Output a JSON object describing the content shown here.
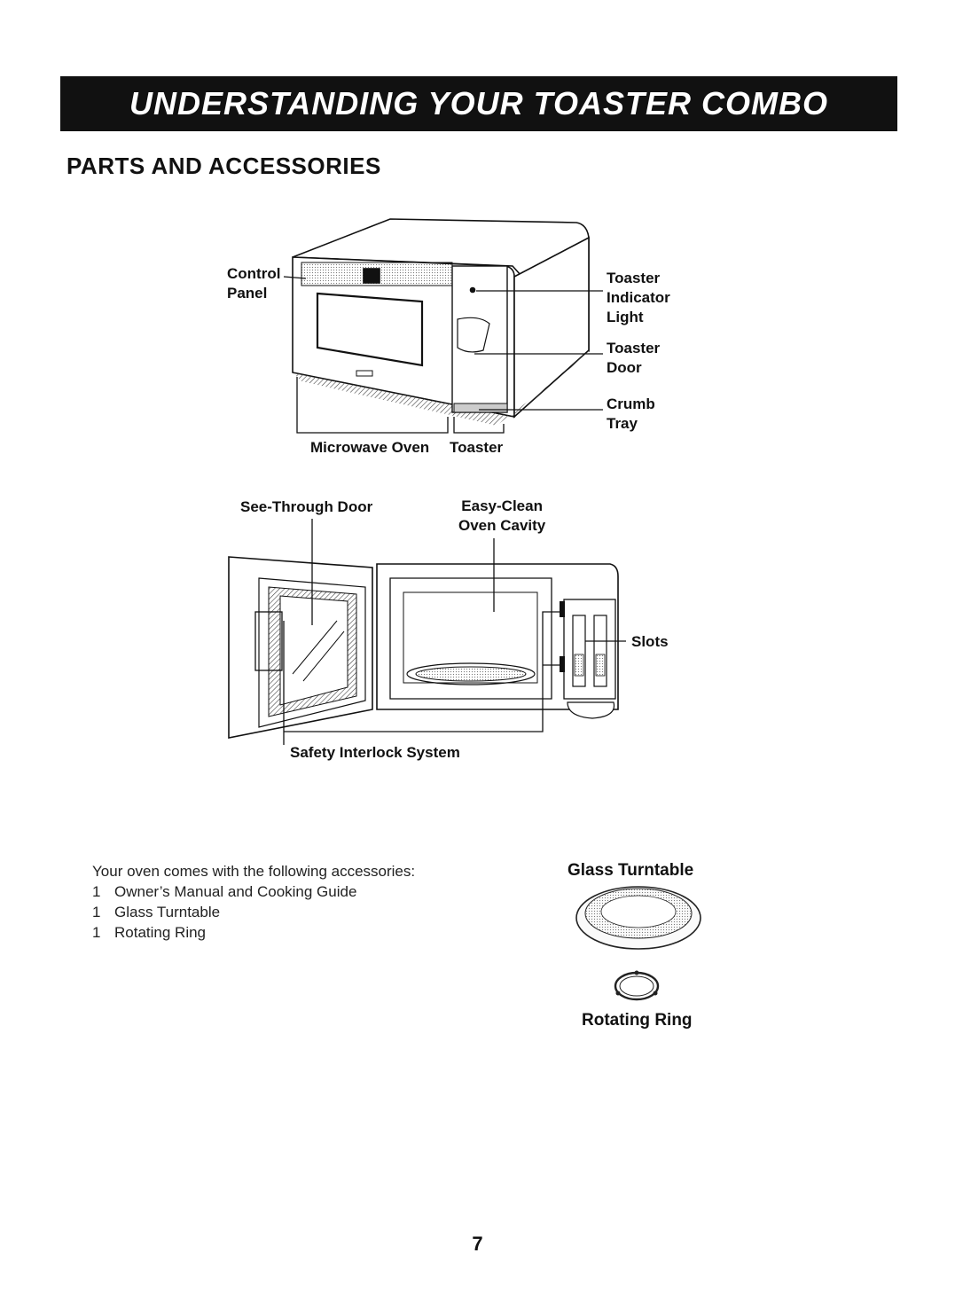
{
  "header": {
    "banner_title": "UNDERSTANDING YOUR TOASTER COMBO"
  },
  "section": {
    "title": "PARTS AND ACCESSORIES"
  },
  "figure1": {
    "control_panel_line1": "Control",
    "control_panel_line2": "Panel",
    "toaster_indicator_line1": "Toaster",
    "toaster_indicator_line2": "Indicator",
    "toaster_indicator_line3": "Light",
    "toaster_door_line1": "Toaster",
    "toaster_door_line2": "Door",
    "crumb_tray_line1": "Crumb",
    "crumb_tray_line2": "Tray",
    "microwave_oven": "Microwave Oven",
    "toaster": "Toaster"
  },
  "figure2": {
    "see_through_door": "See-Through Door",
    "easy_clean_line1": "Easy-Clean",
    "easy_clean_line2": "Oven Cavity",
    "slots": "Slots",
    "safety_interlock": "Safety Interlock System"
  },
  "accessories": {
    "intro": "Your oven comes with the following accessories:",
    "items": [
      {
        "qty": "1",
        "name": "Owner’s Manual and Cooking Guide"
      },
      {
        "qty": "1",
        "name": "Glass Turntable"
      },
      {
        "qty": "1",
        "name": "Rotating Ring"
      }
    ]
  },
  "accessory_figures": {
    "glass_turntable": "Glass Turntable",
    "rotating_ring": "Rotating Ring"
  },
  "footer": {
    "page_number": "7"
  }
}
